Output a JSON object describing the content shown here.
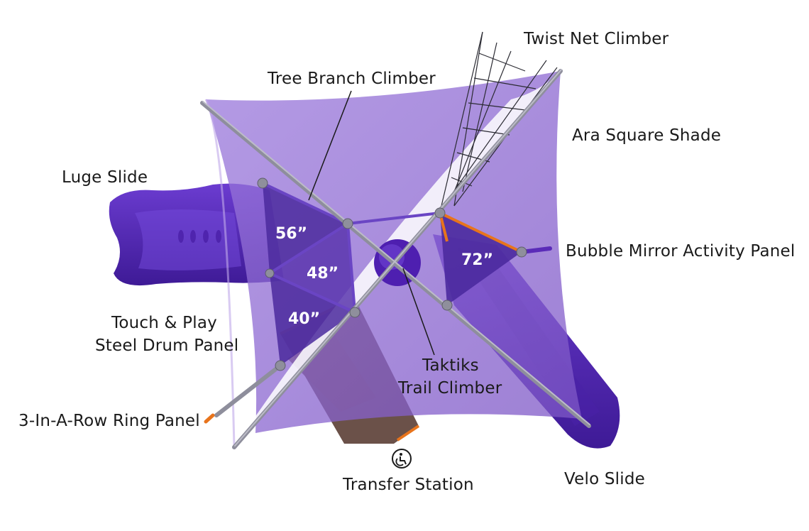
{
  "labels": {
    "twist_net_climber": "Twist Net Climber",
    "tree_branch_climber": "Tree Branch Climber",
    "ara_square_shade": "Ara Square Shade",
    "luge_slide": "Luge Slide",
    "bubble_mirror_panel": "Bubble Mirror Activity Panel",
    "touch_play_line1": "Touch & Play",
    "touch_play_line2": "Steel Drum Panel",
    "taktiks_line1": "Taktiks",
    "taktiks_line2": "Trail Climber",
    "ring_panel": "3-In-A-Row Ring Panel",
    "transfer_station": "Transfer Station",
    "velo_slide": "Velo Slide"
  },
  "heights": {
    "deck_56": "56”",
    "deck_48": "48”",
    "deck_40": "40”",
    "deck_72": "72”"
  },
  "colors": {
    "shade": "#8a63d2",
    "plastic": "#5a2bb8",
    "deck": "#4b3a8a",
    "steel": "#9a9aa8",
    "accent": "#e8741c"
  },
  "icons": {
    "accessibility": "wheelchair-icon"
  }
}
